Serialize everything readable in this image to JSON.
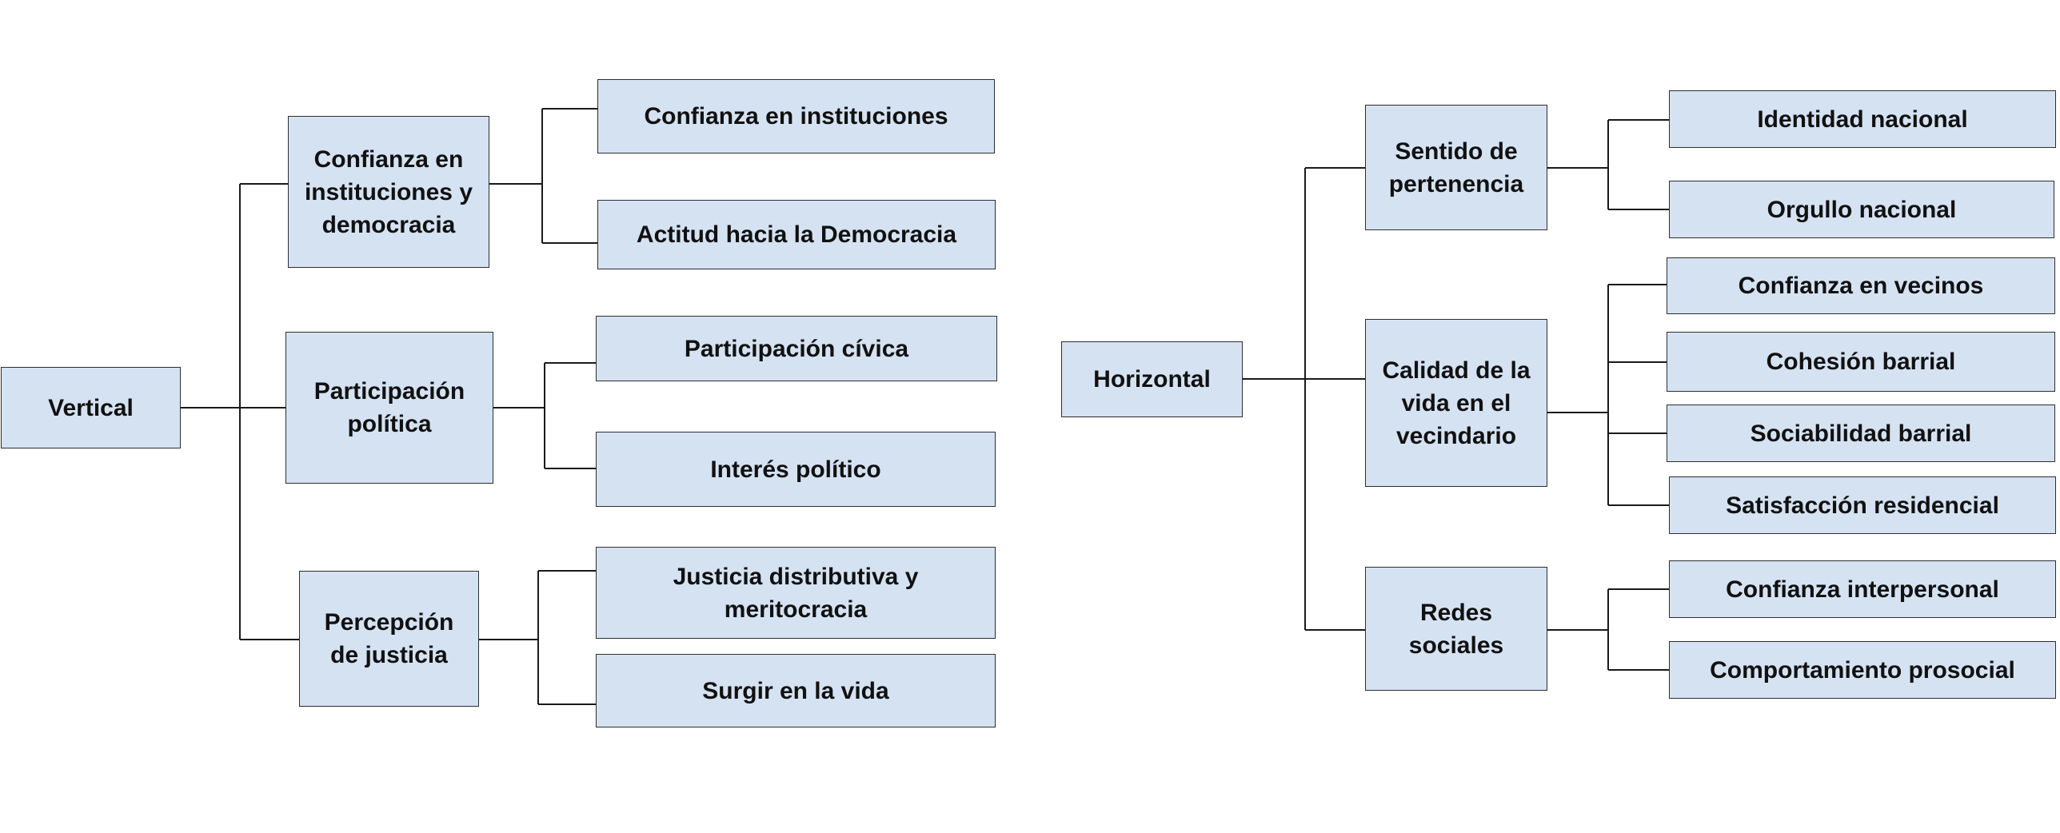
{
  "diagram": {
    "colors": {
      "box_fill": "#d5e2f2",
      "box_border": "#2e2e2e",
      "line": "#1a1a1a",
      "text": "#111111"
    },
    "vertical": {
      "root": "Vertical",
      "groups": [
        {
          "label": "Confianza en\ninstituciones y\ndemocracia",
          "items": [
            "Confianza en instituciones",
            "Actitud hacia la Democracia"
          ]
        },
        {
          "label": "Participación\npolítica",
          "items": [
            "Participación  cívica",
            "Interés político"
          ]
        },
        {
          "label": "Percepción\nde justicia",
          "items": [
            "Justicia distributiva y\nmeritocracia",
            "Surgir en la vida"
          ]
        }
      ]
    },
    "horizontal": {
      "root": "Horizontal",
      "groups": [
        {
          "label": "Sentido de\npertenencia",
          "items": [
            "Identidad nacional",
            "Orgullo nacional"
          ]
        },
        {
          "label": "Calidad de la\nvida en el\nvecindario",
          "items": [
            "Confianza en vecinos",
            "Cohesión barrial",
            "Sociabilidad barrial",
            "Satisfacción residencial"
          ]
        },
        {
          "label": "Redes\nsociales",
          "items": [
            "Confianza interpersonal",
            "Comportamiento prosocial"
          ]
        }
      ]
    }
  }
}
